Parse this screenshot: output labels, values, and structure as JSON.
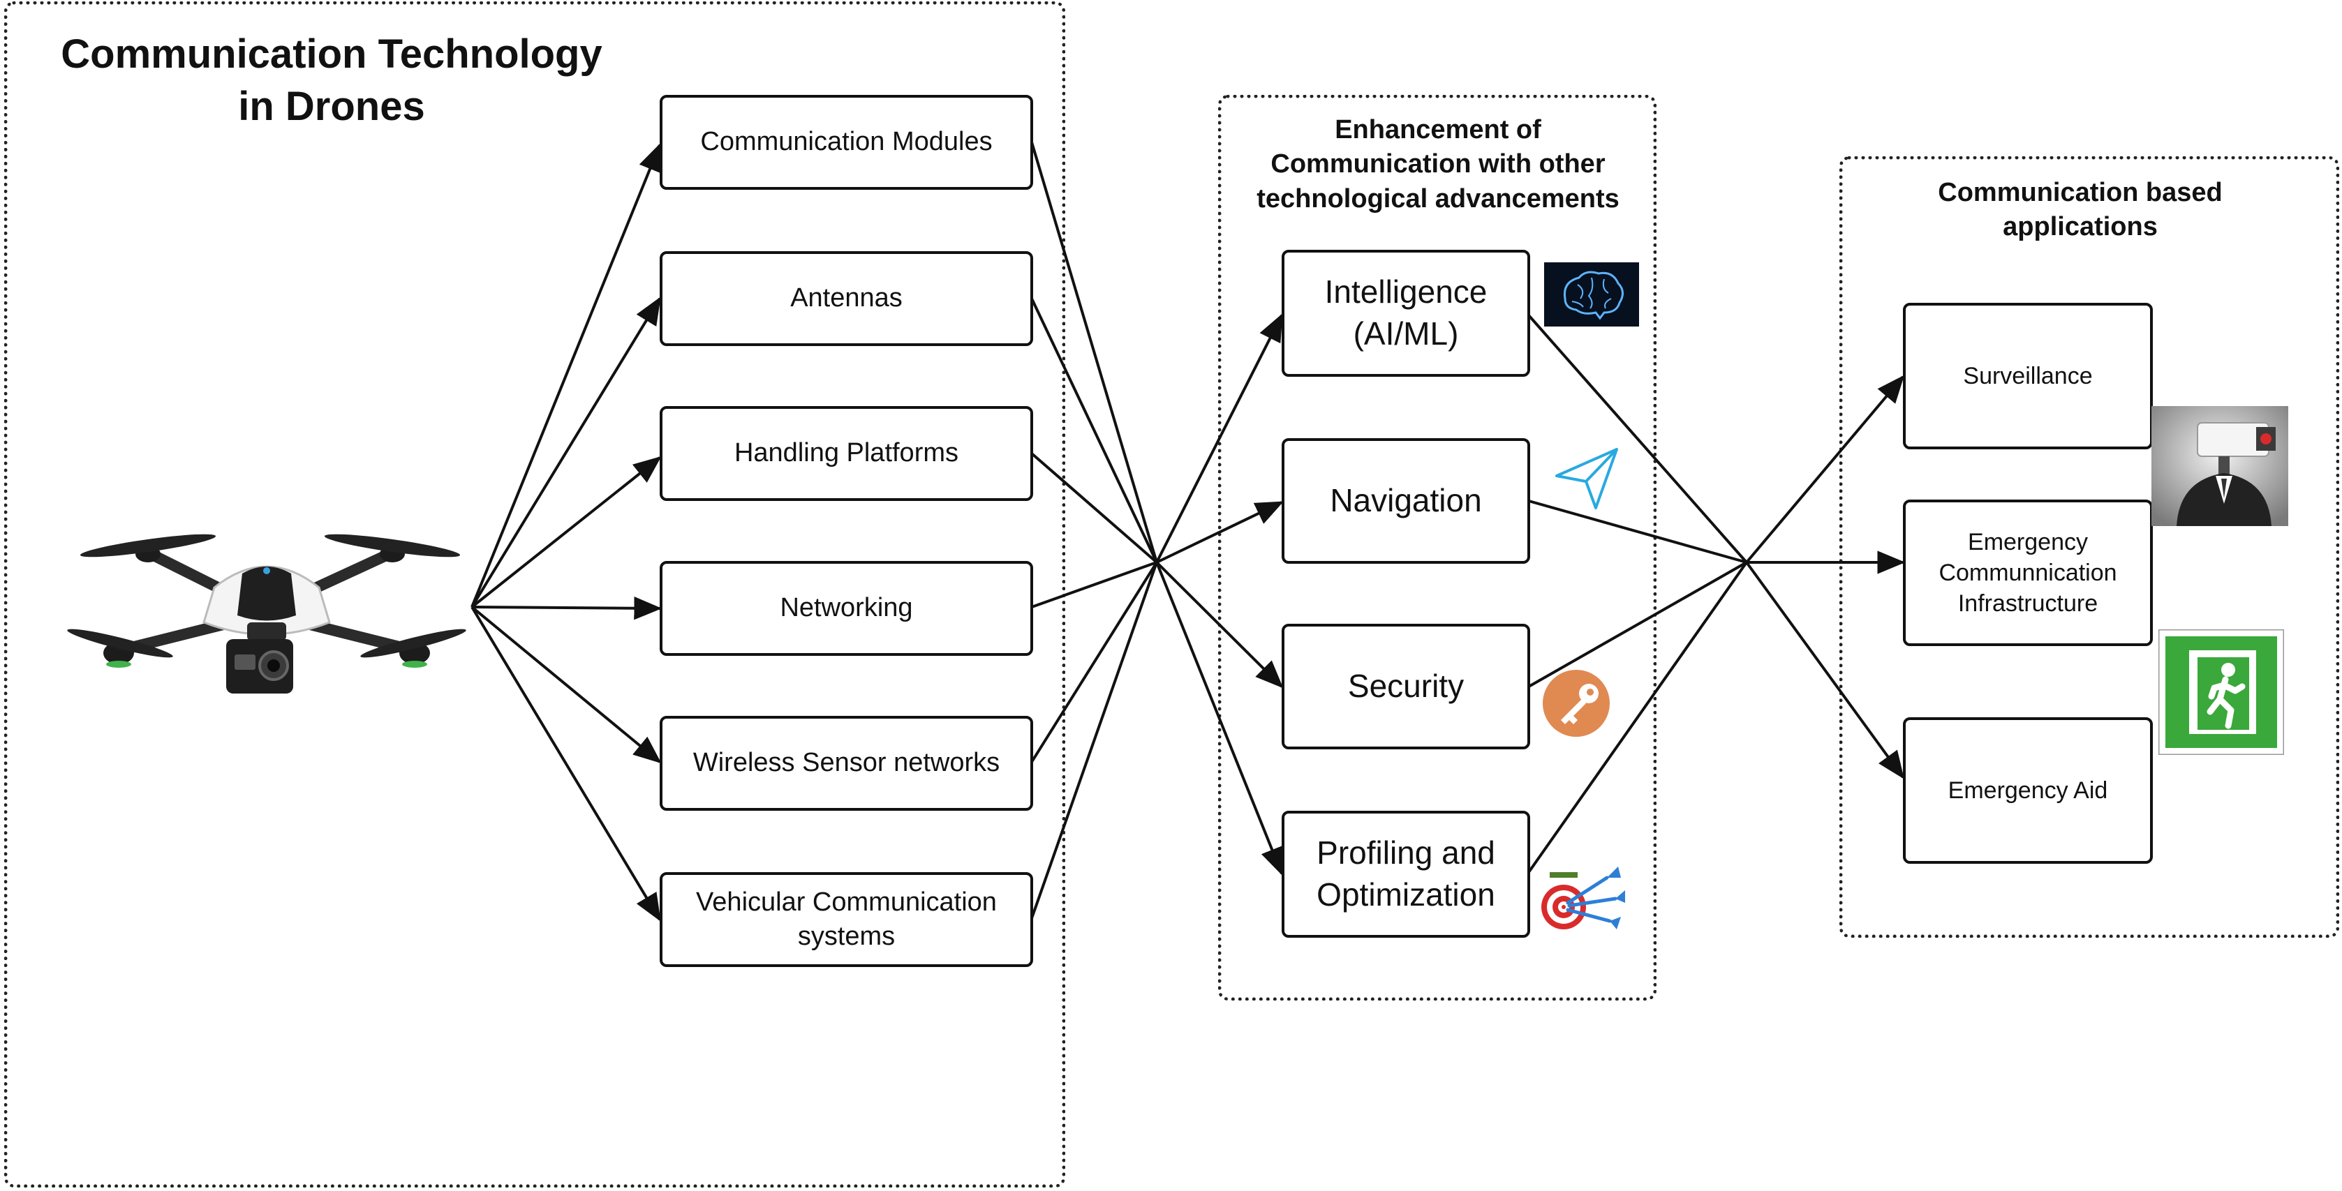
{
  "groups": {
    "communication_technology": {
      "title": "Communication Technology\nin Drones",
      "items": [
        "Communication Modules",
        "Antennas",
        "Handling Platforms",
        "Networking",
        "Wireless Sensor networks",
        "Vehicular Communication\nsystems"
      ]
    },
    "enhancement": {
      "title": "Enhancement of\nCommunication with other\ntechnological advancements",
      "items": [
        "Intelligence\n(AI/ML)",
        "Navigation",
        "Security",
        "Profiling and\nOptimization"
      ]
    },
    "applications": {
      "title": "Communication based\napplications",
      "items": [
        "Surveillance",
        "Emergency\nCommunnication\nInfrastructure",
        "Emergency Aid"
      ]
    }
  },
  "icons": [
    "drone-image",
    "brain-icon",
    "paper-plane-icon",
    "key-icon",
    "target-darts-icon",
    "surveillance-camera-image",
    "emergency-exit-sign-icon"
  ],
  "colors": {
    "line": "#111111",
    "brain_bg": "#06101e",
    "brain": "#5fb3ff",
    "plane": "#29a9e0",
    "key_bg": "#e08a52",
    "exit_green": "#3aa83a",
    "target_red": "#d92b2b",
    "dart_blue": "#2d7fd6"
  }
}
